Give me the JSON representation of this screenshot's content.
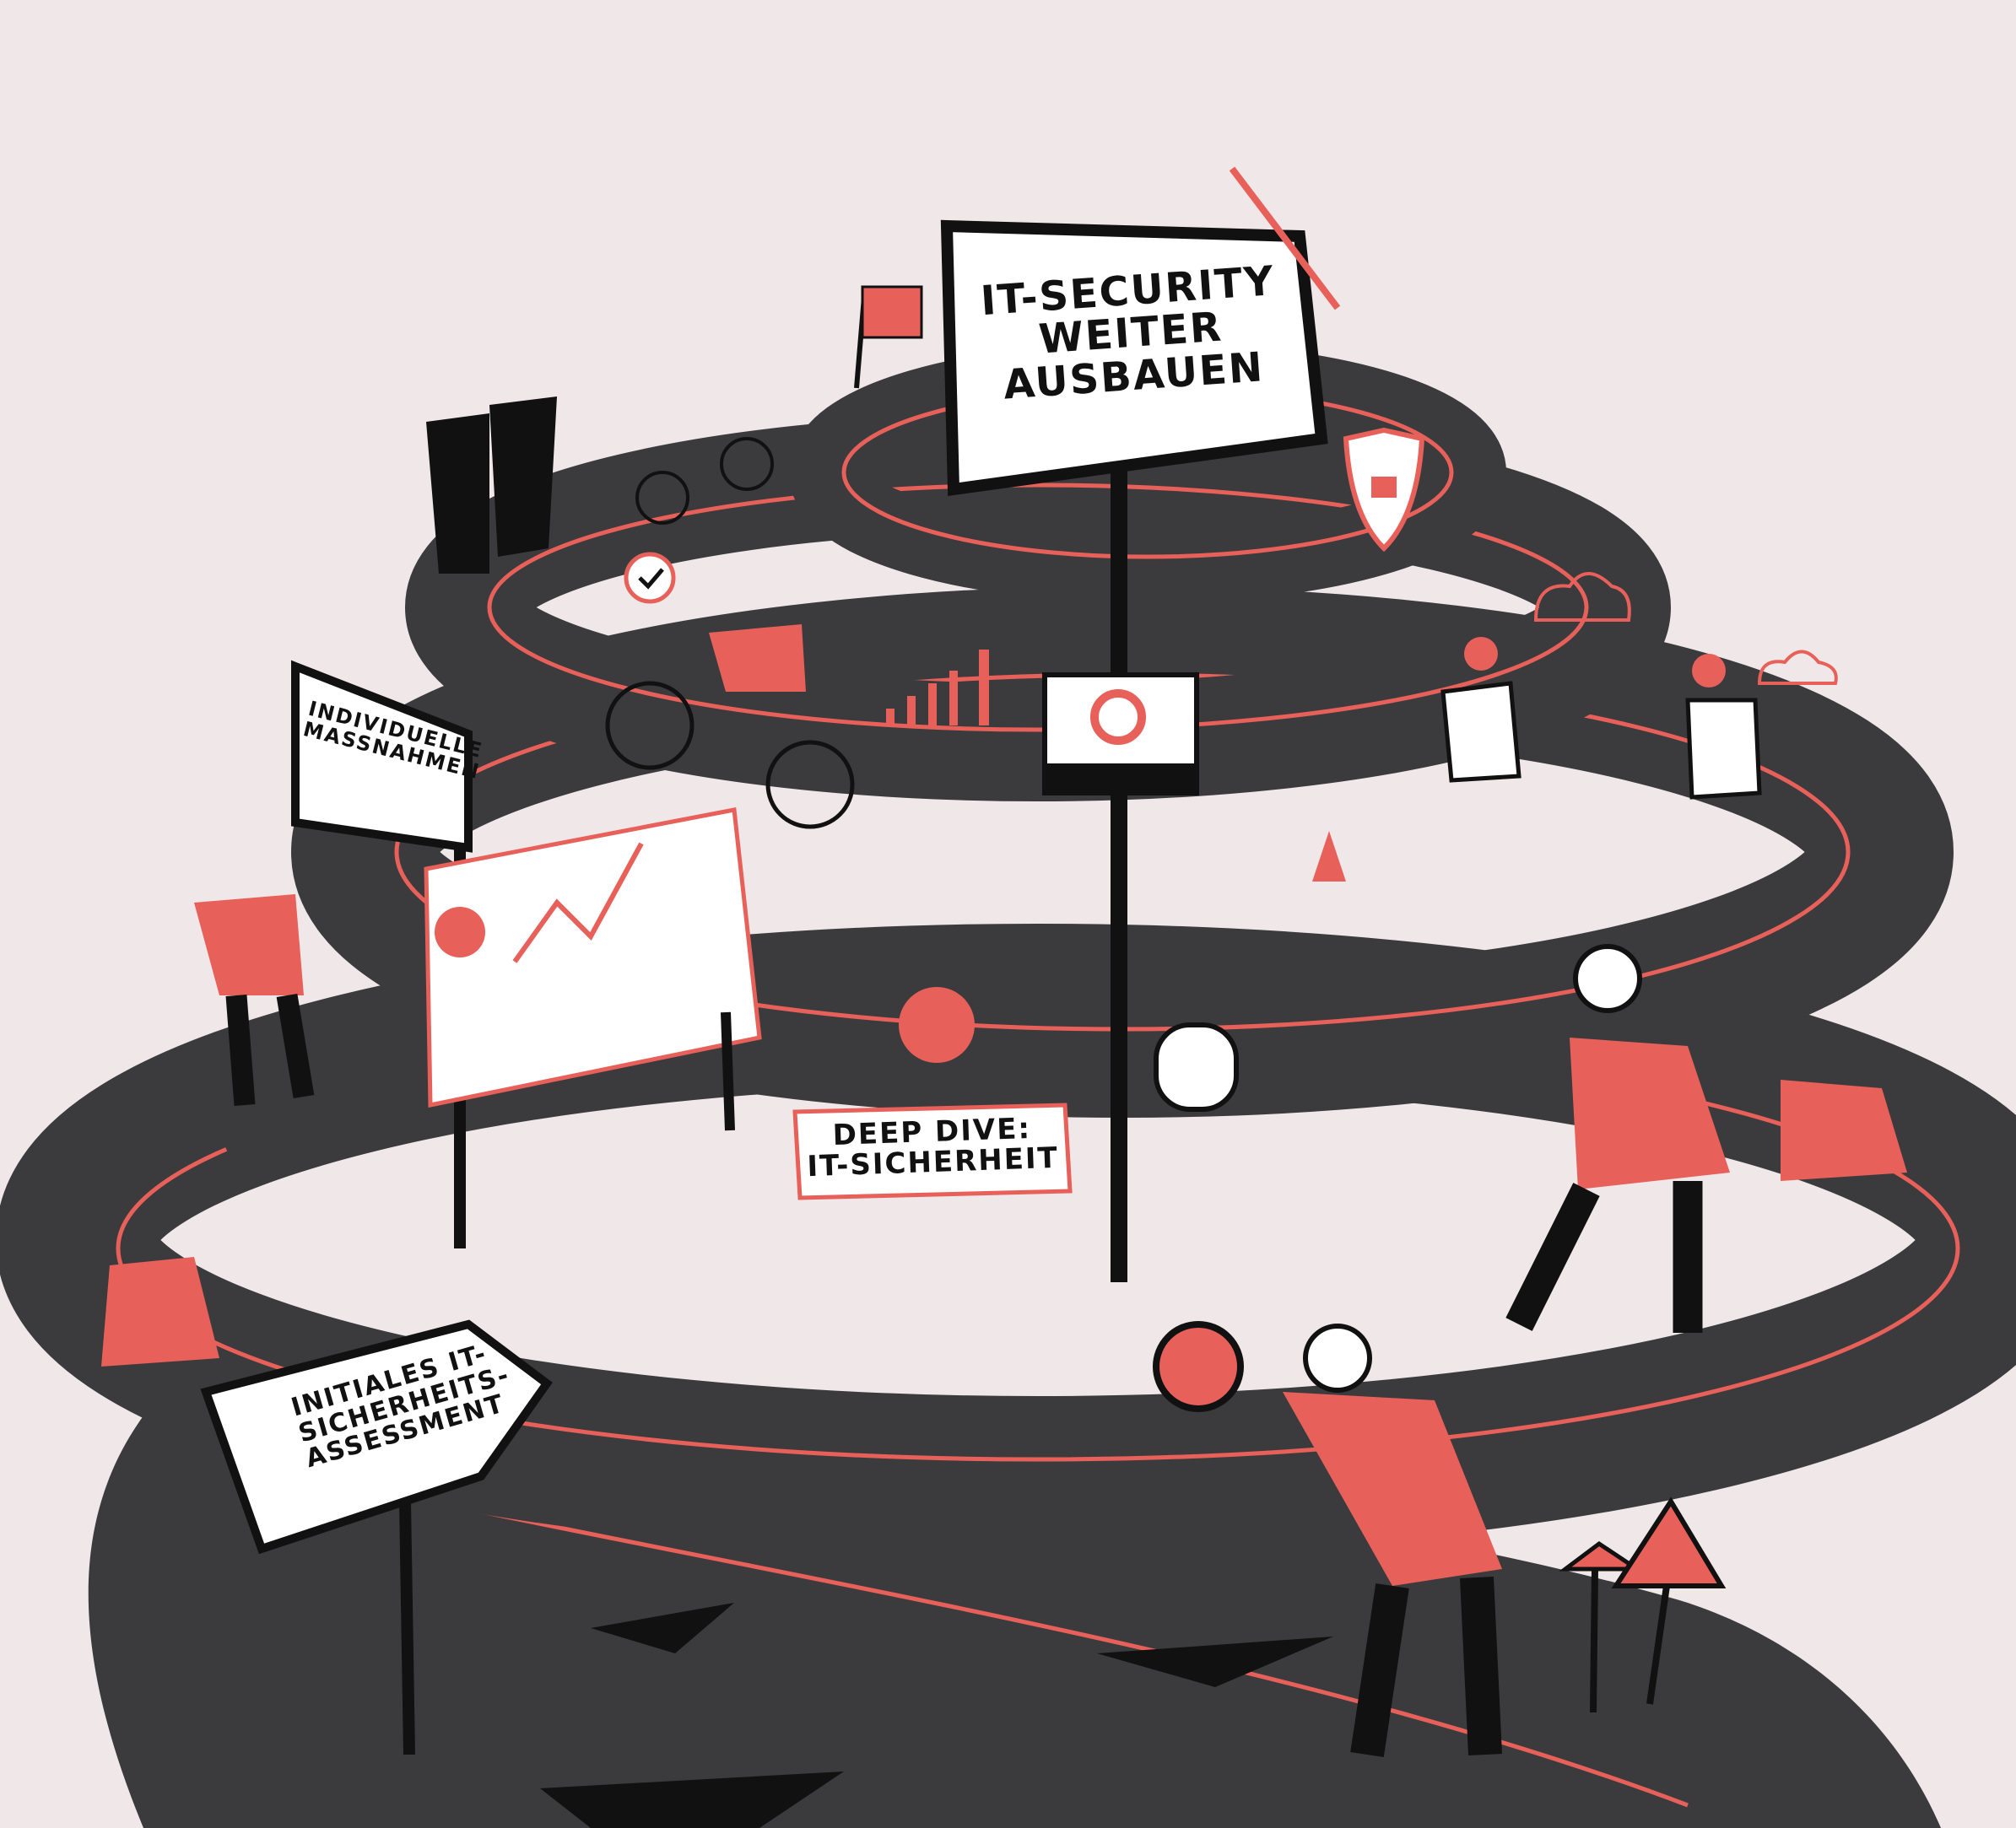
{
  "signs": {
    "main_goal": "IT-SECURITY WEITER AUSBAUEN",
    "individual_measures": "INDIVIDUELLE MASSNAHMEN",
    "deep_dive": "DEEP DIVE: IT-SICHERHEIT",
    "initial_assessment": "INITIALES IT-SICHERHEITS-ASSESSMENT"
  },
  "colors": {
    "background": "#f0e7e9",
    "road": "#3b3b3d",
    "accent": "#e8605a",
    "ink": "#111111"
  }
}
